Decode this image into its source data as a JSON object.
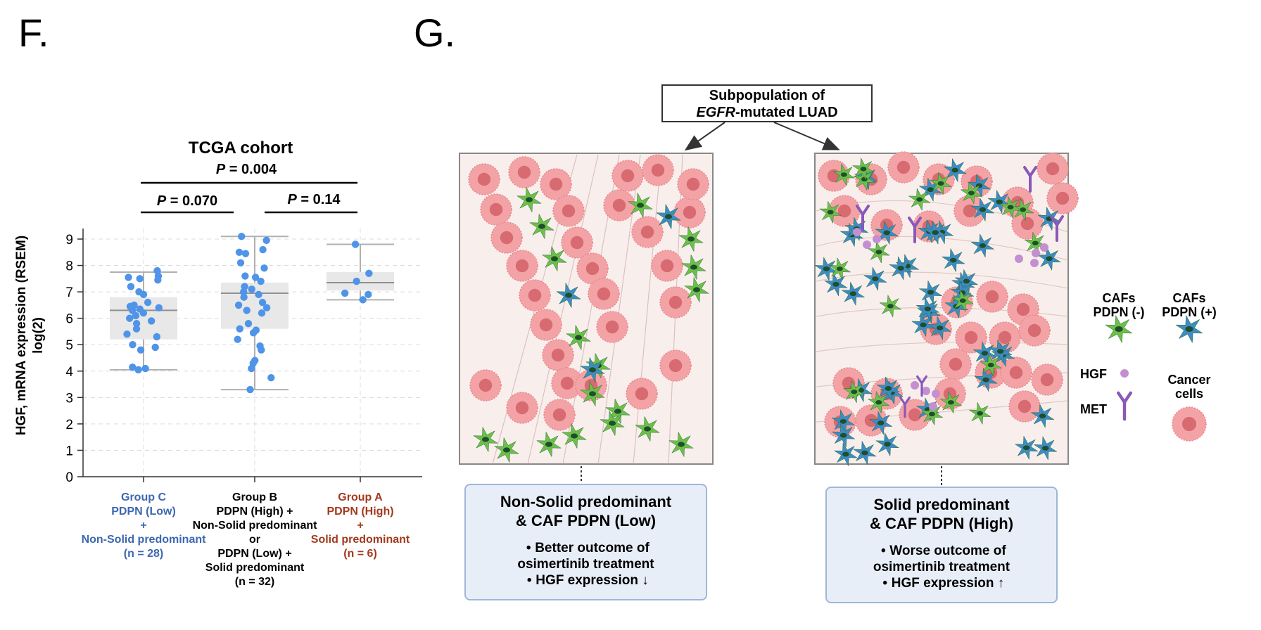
{
  "panels": {
    "f_label": "F.",
    "g_label": "G."
  },
  "chart_data": {
    "type": "box-strip",
    "title": "TCGA cohort",
    "ylabel": "HGF, mRNA expression (RSEM) log(2)",
    "ylabel_line1": "HGF, mRNA expression (RSEM)",
    "ylabel_line2": "log(2)",
    "ylim": [
      0,
      9.4
    ],
    "yticks": [
      "0",
      "1",
      "2",
      "3",
      "4",
      "5",
      "6",
      "7",
      "8",
      "9"
    ],
    "grid": true,
    "point_color": "#4f94e8",
    "box_color": "#e8e8e8",
    "whisker_color": "#b0b0b0",
    "median_color": "#909090",
    "groups": [
      {
        "label_lines": [
          "Group C",
          "PDPN (Low)",
          "+",
          "Non-Solid predominant",
          "(n = 28)"
        ],
        "color": "#3d67b0",
        "box": {
          "q1": 5.2,
          "median": 6.3,
          "q3": 6.8,
          "whisker_low": 4.05,
          "whisker_high": 7.75
        },
        "points": [
          7.8,
          7.6,
          7.55,
          7.5,
          7.45,
          7.2,
          7.0,
          6.9,
          6.6,
          6.5,
          6.45,
          6.4,
          6.35,
          6.3,
          6.2,
          6.1,
          6.0,
          5.9,
          5.8,
          5.6,
          5.4,
          5.3,
          5.0,
          4.9,
          4.8,
          4.15,
          4.1,
          4.05
        ]
      },
      {
        "label_lines": [
          "Group B",
          "PDPN (High) +",
          "Non-Solid predominant",
          "or",
          "PDPN (Low) +",
          "Solid predominant",
          "(n = 32)"
        ],
        "color": "#000000",
        "box": {
          "q1": 5.6,
          "median": 6.95,
          "q3": 7.35,
          "whisker_low": 3.3,
          "whisker_high": 9.1
        },
        "points": [
          9.1,
          8.95,
          8.6,
          8.5,
          8.45,
          8.1,
          7.9,
          7.6,
          7.55,
          7.4,
          7.2,
          7.1,
          7.0,
          6.9,
          6.8,
          6.6,
          6.4,
          6.3,
          6.2,
          5.8,
          5.6,
          5.55,
          5.45,
          5.2,
          4.95,
          4.8,
          4.4,
          4.3,
          4.1,
          3.75,
          3.3,
          6.5
        ]
      },
      {
        "label_lines": [
          "Group A",
          "PDPN (High)",
          "+",
          "Solid predominant",
          "(n = 6)"
        ],
        "color": "#a23a1e",
        "box": {
          "q1": 7.05,
          "median": 7.35,
          "q3": 7.75,
          "whisker_low": 6.7,
          "whisker_high": 8.8
        },
        "points": [
          8.8,
          7.7,
          7.4,
          6.9,
          6.7,
          6.95
        ]
      }
    ],
    "pvalues": [
      {
        "label": "P = 0.004",
        "from": 0,
        "to": 2
      },
      {
        "label": "P = 0.070",
        "from": 0,
        "to": 1
      },
      {
        "label": "P = 0.14",
        "from": 1,
        "to": 2
      }
    ]
  },
  "schematic": {
    "top_line1": "Subpopulation of",
    "top_line2_italic": "EGFR",
    "top_line2_rest": "-mutated LUAD",
    "left_title_1": "Non-Solid predominant",
    "left_title_2": "& CAF PDPN (Low)",
    "left_bullets": [
      "Better outcome of osimertinib treatment",
      "HGF expression ↓"
    ],
    "left_b1_l1": "Better outcome of",
    "left_b1_l2": "osimertinib treatment",
    "left_b2": "HGF expression ↓",
    "right_title_1": "Solid predominant",
    "right_title_2": "& CAF PDPN (High)",
    "right_b1_l1": "Worse outcome of",
    "right_b1_l2": "osimertinib treatment",
    "right_b2": "HGF expression ↑",
    "legend": {
      "cafs_neg_1": "CAFs",
      "cafs_neg_2": "PDPN (-)",
      "cafs_pos_1": "CAFs",
      "cafs_pos_2": "PDPN (+)",
      "hgf": "HGF",
      "met": "MET",
      "cancer_1": "Cancer",
      "cancer_2": "cells"
    },
    "colors": {
      "cancer_cell": "#f3a3a6",
      "cancer_nucleus": "#d86a72",
      "caf_green": "#6cc04a",
      "caf_blue": "#3d8cc4",
      "hgf": "#c48fd0",
      "met": "#8a58b8",
      "tissue_bg": "#f8efed",
      "box_bg": "#e8eef8"
    }
  }
}
